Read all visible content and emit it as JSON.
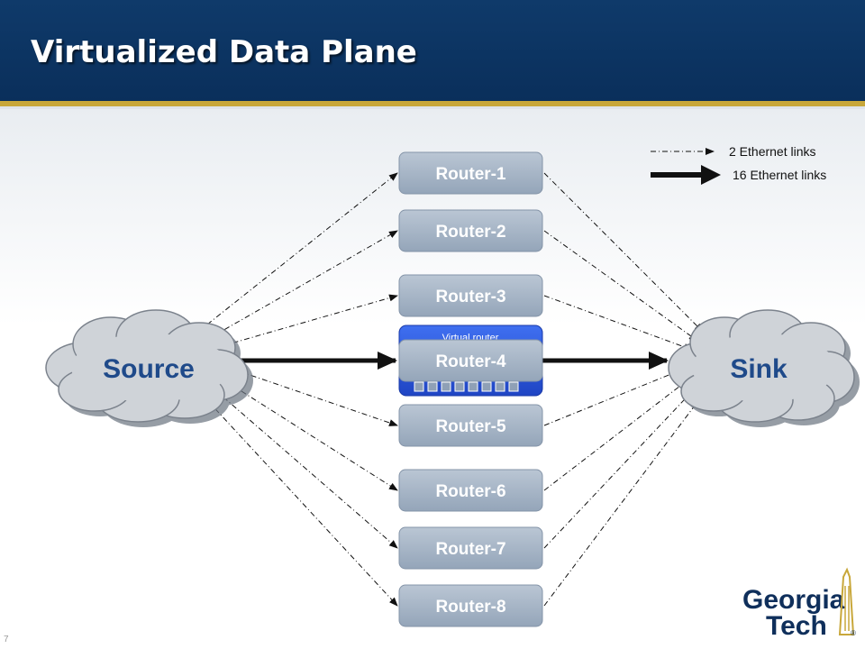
{
  "title": "Virtualized Data Plane",
  "source": {
    "label": "Source"
  },
  "sink": {
    "label": "Sink"
  },
  "routers": [
    "Router-1",
    "Router-2",
    "Router-3",
    "Router-4",
    "Router-5",
    "Router-6",
    "Router-7",
    "Router-8"
  ],
  "virtual_router": {
    "label": "Virtual router"
  },
  "legend": {
    "thin_label": "2 Ethernet links",
    "thick_label": "16 Ethernet links"
  },
  "logo": {
    "line1": "Georgia",
    "line2": "Tech"
  },
  "page_number": "7",
  "colors": {
    "header": "#0a2f5b",
    "accent": "#c8a73a",
    "router_fill": "#a9b7c8",
    "virtual_router_fill": "#2d57d6"
  }
}
